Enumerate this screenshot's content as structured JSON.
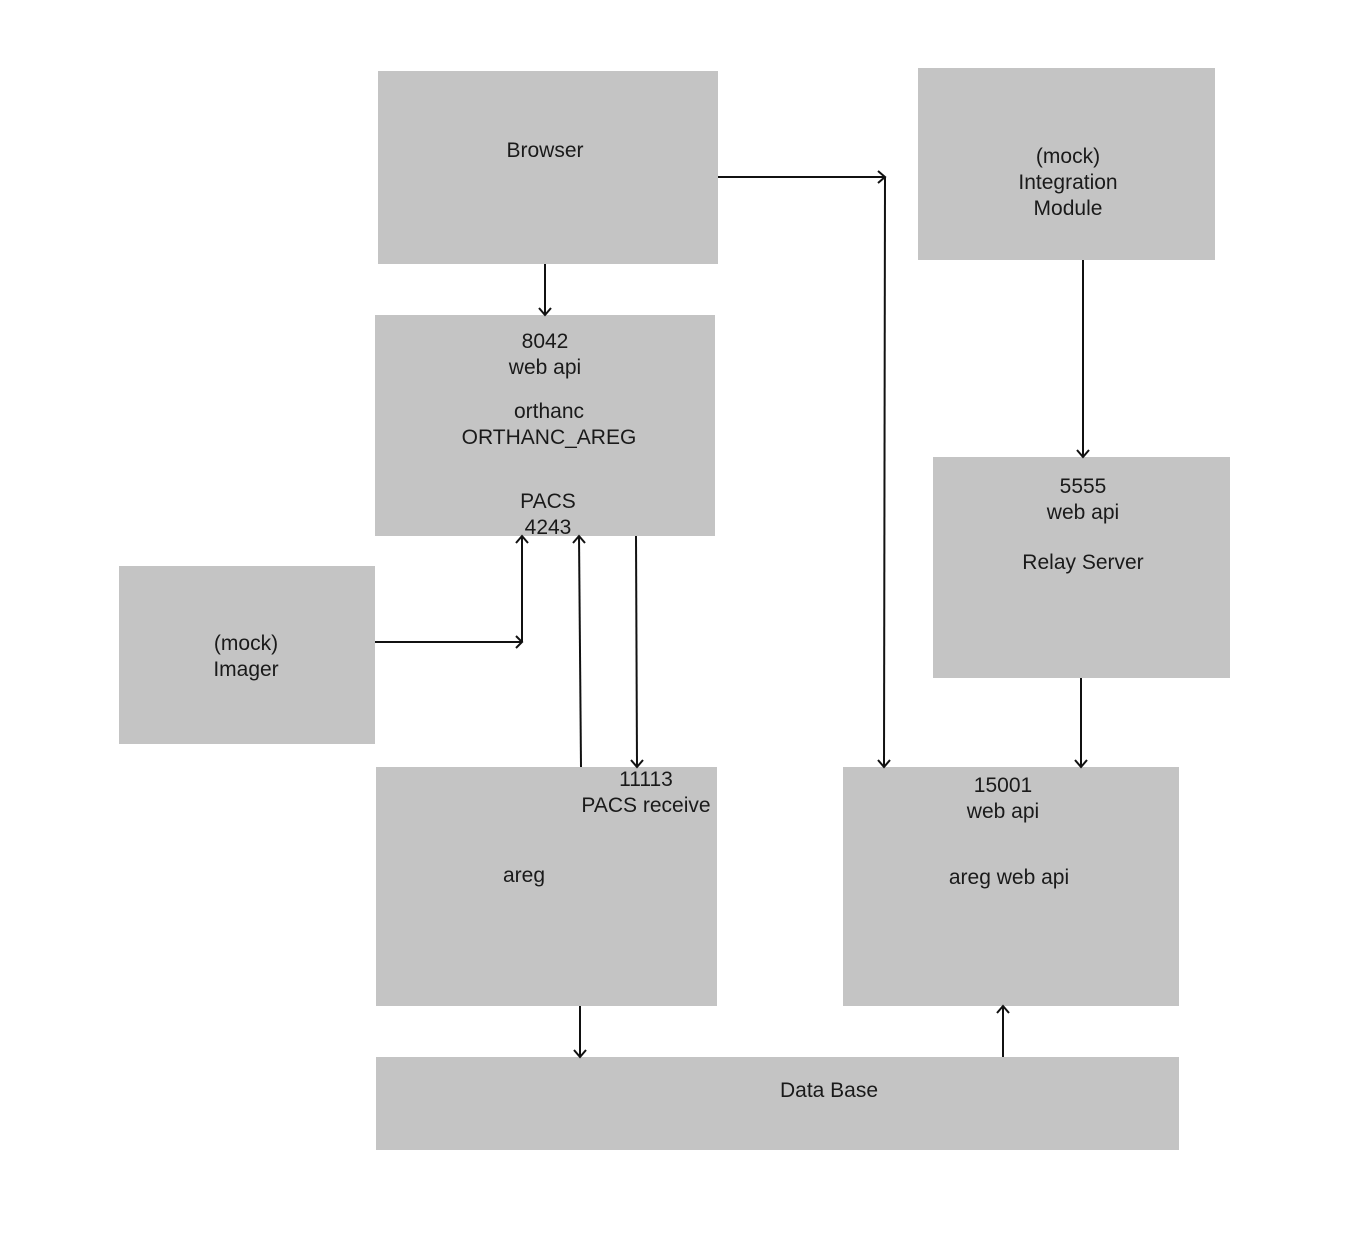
{
  "nodes": {
    "browser": {
      "label": "Browser"
    },
    "integration": {
      "line1": "(mock)",
      "line2": "Integration",
      "line3": "Module"
    },
    "orthanc": {
      "port": "8042",
      "api": "web api",
      "name": "orthanc",
      "aet": "ORTHANC_AREG",
      "pacs": "PACS",
      "pacs_port": "4243"
    },
    "relay": {
      "port": "5555",
      "api": "web api",
      "name": "Relay Server"
    },
    "imager": {
      "line1": "(mock)",
      "line2": "Imager"
    },
    "areg": {
      "port": "11113",
      "receive": "PACS receive",
      "name": "areg"
    },
    "areg_web": {
      "port": "15001",
      "api": "web api",
      "name": "areg web api"
    },
    "database": {
      "label": "Data Base"
    }
  },
  "colors": {
    "box_fill": "#c4c4c4",
    "line": "#111111",
    "background": "#ffffff"
  }
}
